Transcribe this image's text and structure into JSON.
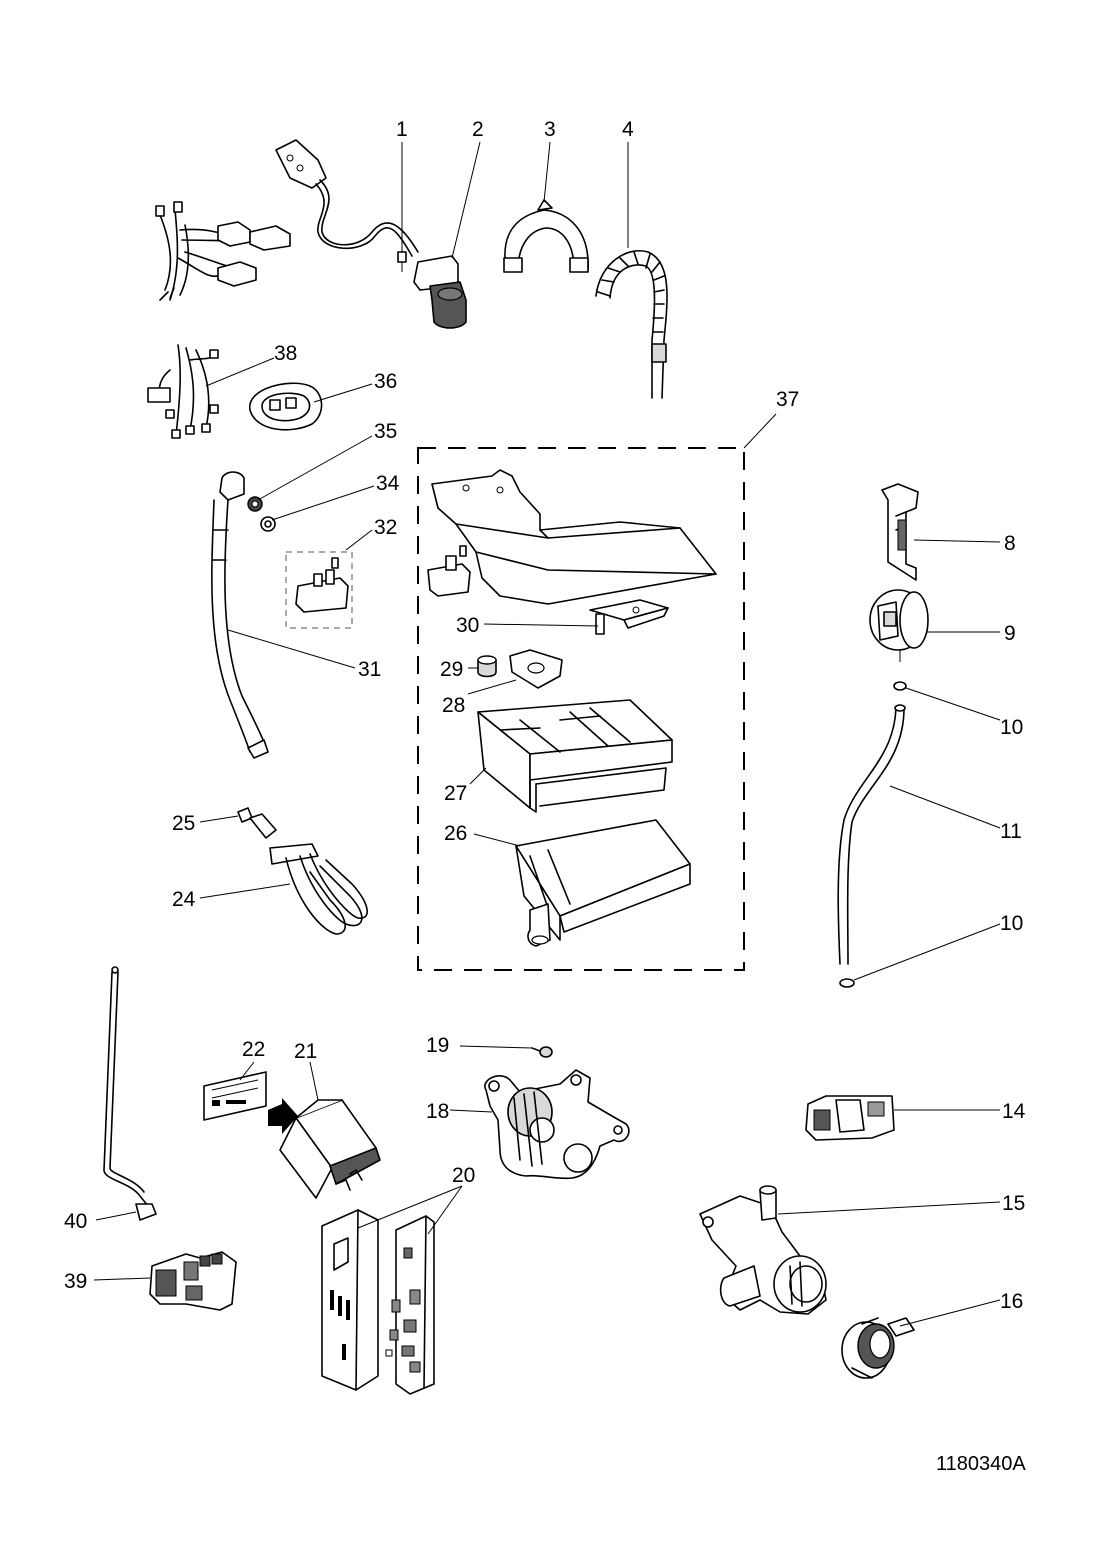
{
  "diagram": {
    "callouts": {
      "c1": "1",
      "c2": "2",
      "c3": "3",
      "c4": "4",
      "c8": "8",
      "c9": "9",
      "c10a": "10",
      "c10b": "10",
      "c11": "11",
      "c14": "14",
      "c15": "15",
      "c16": "16",
      "c18": "18",
      "c19": "19",
      "c20": "20",
      "c21": "21",
      "c22": "22",
      "c24": "24",
      "c25": "25",
      "c26": "26",
      "c27": "27",
      "c28": "28",
      "c29": "29",
      "c30": "30",
      "c31": "31",
      "c32": "32",
      "c34": "34",
      "c35": "35",
      "c36": "36",
      "c37": "37",
      "c38": "38",
      "c39": "39",
      "c40": "40"
    },
    "drawing_code": "1180340A"
  }
}
